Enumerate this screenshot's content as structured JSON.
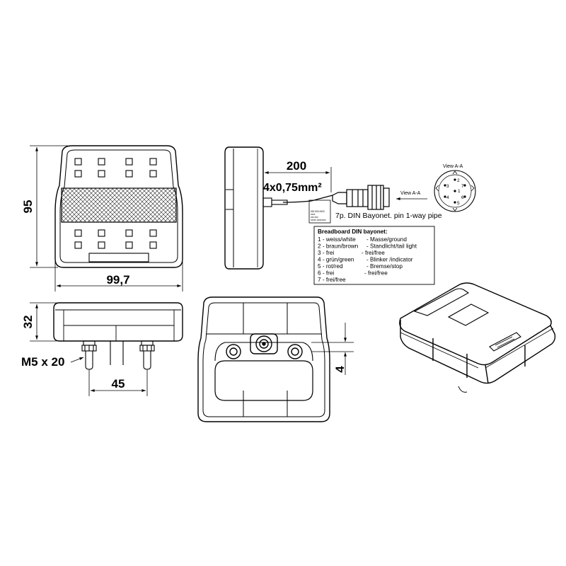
{
  "front_view": {
    "height_dim": "95",
    "width_dim": "99,7"
  },
  "side_view": {
    "cable_length_dim": "200",
    "cable_section_dim": "4x0,75mm²",
    "connector_label": "7p. DIN Bayonet. pin 1-way pipe",
    "arrow_label": "View A-A",
    "cable_tag_lines": [
      "000.000-0000",
      "xxxx",
      "xxx-xxx",
      "xxxxx xxxxxxxx"
    ]
  },
  "view_aa": {
    "title": "View A-A",
    "pins": [
      {
        "label": "1"
      },
      {
        "label": "2"
      },
      {
        "label": "3"
      },
      {
        "label": "4"
      },
      {
        "label": "5"
      },
      {
        "label": "6"
      },
      {
        "label": "7"
      }
    ]
  },
  "pin_table": {
    "title": "Breadboard DIN bayonet:",
    "rows": [
      {
        "pin": "1 - weiss/white",
        "function": "- Masse/ground"
      },
      {
        "pin": "2 - braun/brown",
        "function": "- Standlicht/tail light"
      },
      {
        "pin": "3 - frei",
        "function": "- frei/free"
      },
      {
        "pin": "4 - grün/green",
        "function": "- Blinker /indicator"
      },
      {
        "pin": "5 - rot/red",
        "function": "- Bremse/stop"
      },
      {
        "pin": "6 - frei",
        "function": "- frei/free"
      },
      {
        "pin": "7 - frei/free",
        "function": ""
      }
    ]
  },
  "top_view": {
    "depth_dim": "32",
    "bolt_dim": "M5 x 20",
    "bolt_spacing_dim": "45"
  },
  "rear_view": {
    "offset_dim": "4"
  }
}
